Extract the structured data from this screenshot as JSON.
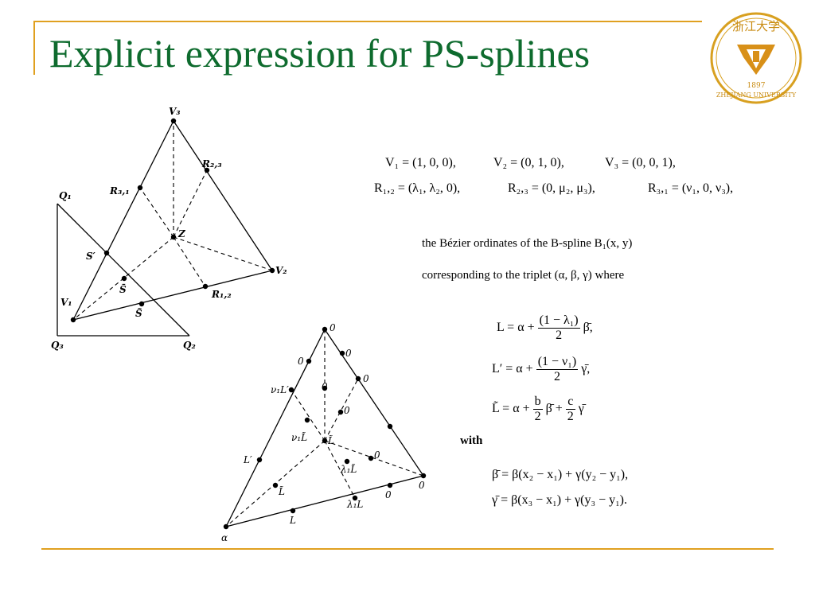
{
  "title": "Explicit expression for PS-splines",
  "logo": {
    "text": "浙江大学",
    "year": "1897",
    "name": "ZHEJIANG UNIVERSITY"
  },
  "fig1_labels": {
    "v3": "V₃",
    "v2": "V₂",
    "v1": "V₁",
    "r23": "R₂,₃",
    "r31": "R₃,₁",
    "r12": "R₁,₂",
    "z": "Z",
    "q1": "Q₁",
    "q2": "Q₂",
    "q3": "Q₃",
    "sprime": "S′",
    "sbar": "S̄",
    "stilde": "S̃"
  },
  "fig2_labels": {
    "zero": "0",
    "alpha": "α",
    "nu1lp": "ν₁L′",
    "lp": "L′",
    "nu1lt": "ν₁L̃",
    "lt": "L̃",
    "lam1lt": "λ₁L̃",
    "lam1l": "λ₁L",
    "l": "L",
    "ltc": "L̃"
  },
  "eq": {
    "v1": "V₁ = (1, 0, 0),",
    "v2": "V₂ = (0, 1, 0),",
    "v3": "V₃ = (0, 0, 1),",
    "r12": "R₁,₂ = (λ₁, λ₂, 0),",
    "r23": "R₂,₃ = (0, μ₂, μ₃),",
    "r31": "R₃,₁ = (ν₁, 0, ν₃),",
    "line1": "the Bézier ordinates of the B-spline B₁(x, y)",
    "line2": "corresponding to the triplet (α, β, γ) where",
    "l_lhs": "L = α +",
    "l_num": "(1 − λ₁)",
    "l_den": "2",
    "l_tail": "β̄,",
    "lp_lhs": "L′ = α +",
    "lp_num": "(1 − ν₁)",
    "lp_den": "2",
    "lp_tail": "γ̄,",
    "lt_lhs": "L̃ = α +",
    "lt_b": "b",
    "lt_2a": "2",
    "lt_mid": "β̄ +",
    "lt_c": "c",
    "lt_2b": "2",
    "lt_tail": "γ̄",
    "with": "with",
    "beta": "β̄ = β(x₂ − x₁) + γ(y₂ − y₁),",
    "gamma": "γ̄ = β(x₃ − x₁) + γ(y₃ − y₁)."
  }
}
